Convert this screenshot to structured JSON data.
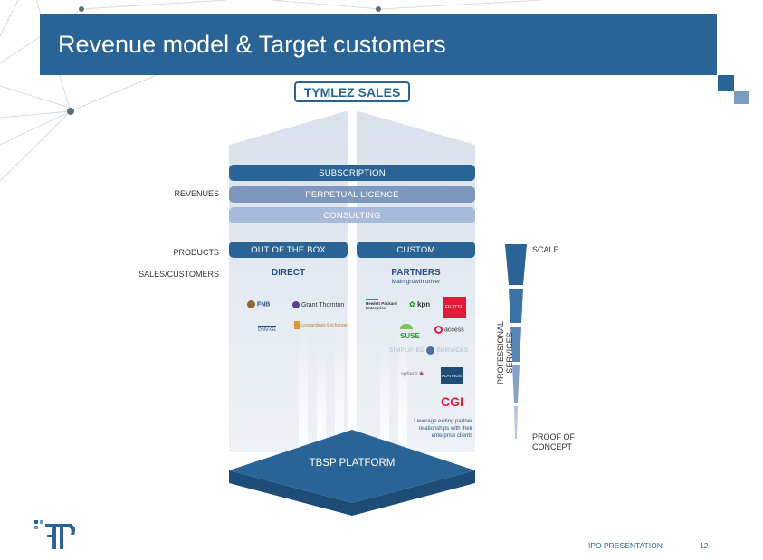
{
  "slide": {
    "title": "Revenue model & Target customers",
    "page_number": "12",
    "footer": "IPO PRESENTATION"
  },
  "diagram": {
    "top_label": "TYMLEZ SALES",
    "revenue_bars": [
      "SUBSCRIPTION",
      "PERPETUAL LICENCE",
      "CONSULTING"
    ],
    "products": {
      "left": "OUT OF THE BOX",
      "right": "CUSTOM"
    },
    "side_labels": {
      "revenues": "REVENUES",
      "products": "PRODUCTS",
      "sales": "SALES/CUSTOMERS"
    },
    "direct_label": "DIRECT",
    "partners_label": "PARTNERS",
    "partners_sub": "Main growth driver",
    "direct_logos": [
      "FNB",
      "Grant Thornton",
      "DNV-GL",
      "Leonardinos Exchange"
    ],
    "partner_logos": [
      "Hewlett Packard Enterprise",
      "kpn",
      "FUJITSU",
      "SUSE",
      "access",
      "SIMPLIFIED",
      "SERVICES",
      "sphere",
      "PLATINOS",
      "CGI"
    ],
    "leverage_note": "Leverage exiting partner relationships with their enterprise clients",
    "platform": "TBSP PLATFORM",
    "scale_label": "SCALE",
    "poc_label": "PROOF OF CONCEPT",
    "vertical_label": "PROFESSIONAL SERVICES"
  },
  "colors": {
    "primary": "#2a6496",
    "light": "#a7badb",
    "mid": "#7d97bd",
    "cgi_red": "#e31937"
  }
}
